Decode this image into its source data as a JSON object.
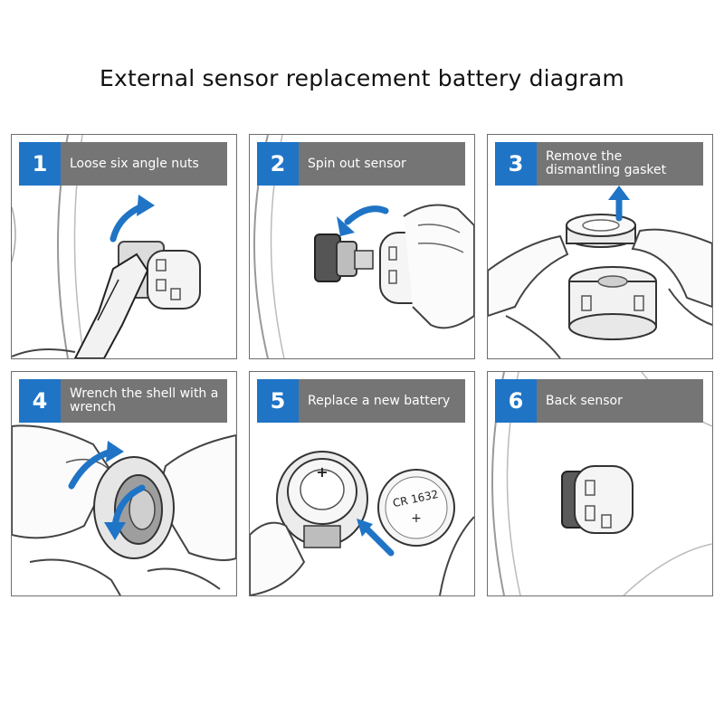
{
  "title": "External sensor replacement battery diagram",
  "accent_color": "#1f74c6",
  "banner_color": "#757575",
  "steps": [
    {
      "number": "1",
      "text": "Loose six angle nuts"
    },
    {
      "number": "2",
      "text": "Spin out sensor"
    },
    {
      "number": "3",
      "text": "Remove the dismantling gasket"
    },
    {
      "number": "4",
      "text": "Wrench the shell with a wrench"
    },
    {
      "number": "5",
      "text": "Replace a new battery"
    },
    {
      "number": "6",
      "text": "Back sensor"
    }
  ],
  "battery_label": "CR 1632"
}
